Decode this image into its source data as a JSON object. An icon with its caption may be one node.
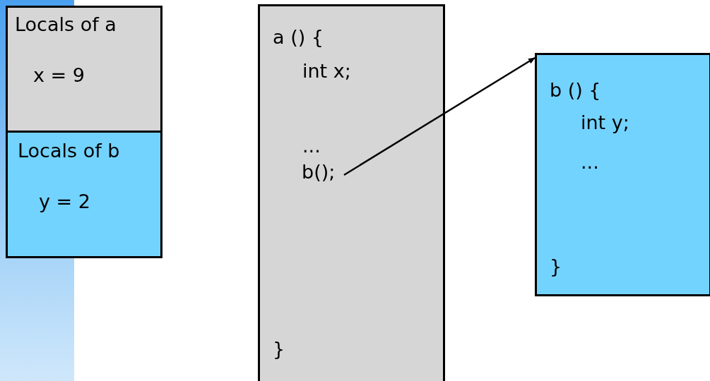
{
  "diagram": {
    "nodes": [
      {
        "text": [
          "Locals of a",
          "x = 9"
        ]
      },
      {
        "text": [
          "Locals of b",
          "y = 2"
        ]
      },
      {
        "text": [
          "a () {",
          "int x;",
          "...",
          "}"
        ]
      },
      {
        "text": [
          "b();"
        ],
        "in": 2
      },
      {
        "text": [
          "b () {",
          "int y;",
          "...",
          "}"
        ]
      }
    ],
    "edges": [
      {
        "from": 3,
        "to": 4,
        "arrow": "to"
      }
    ]
  }
}
